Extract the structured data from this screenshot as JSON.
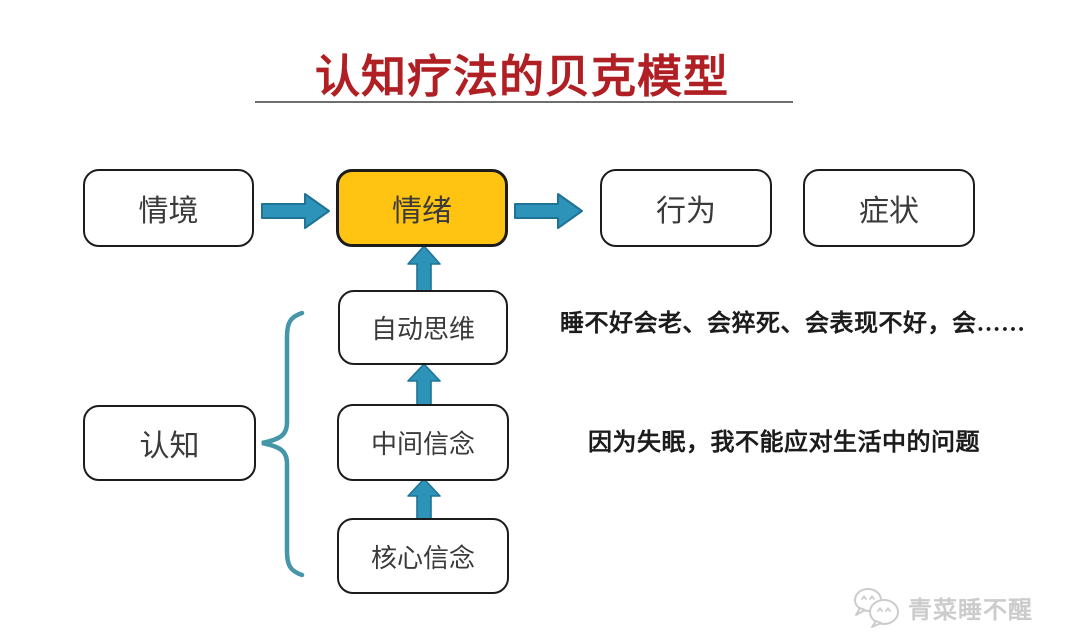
{
  "title": {
    "text": "认知疗法的贝克模型"
  },
  "colors": {
    "title_red": "#b01f24",
    "emotion_yellow": "#fec411",
    "arrow_fill": "#2e93b8",
    "arrow_edge": "#1f7397",
    "brace_teal": "#4696aa",
    "box_border": "#1c1c1c",
    "box_text": "#3a3a3a",
    "underline_gray": "#6e6e6e",
    "watermark_gray": "#cccccc"
  },
  "diagram": {
    "top_row": [
      {
        "id": "situation",
        "label": "情境",
        "highlight": false
      },
      {
        "id": "emotion",
        "label": "情绪",
        "highlight": true
      },
      {
        "id": "behavior",
        "label": "行为",
        "highlight": false
      },
      {
        "id": "symptom",
        "label": "症状",
        "highlight": false
      }
    ],
    "cognition_label": "认知",
    "cognition_chain": [
      {
        "id": "automatic-thoughts",
        "label": "自动思维"
      },
      {
        "id": "intermediate-beliefs",
        "label": "中间信念"
      },
      {
        "id": "core-beliefs",
        "label": "核心信念"
      }
    ],
    "annotations": [
      {
        "id": "automatic-thought-example",
        "text": "睡不好会老、会猝死、会表现不好，会……"
      },
      {
        "id": "intermediate-belief-example",
        "text": "因为失眠，我不能应对生活中的问题"
      }
    ]
  },
  "watermark": {
    "text": "青菜睡不醒",
    "icon": "wechat-icon"
  }
}
